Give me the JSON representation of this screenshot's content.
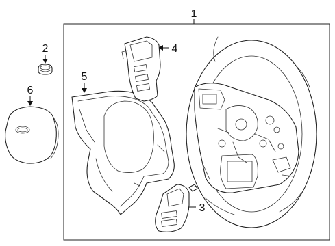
{
  "diagram": {
    "callouts": {
      "steering_wheel": "1",
      "screw": "2",
      "switch_right": "3",
      "switch_left": "4",
      "trim_bezel": "5",
      "airbag": "6"
    },
    "colors": {
      "line": "#222222",
      "background": "#ffffff"
    }
  }
}
